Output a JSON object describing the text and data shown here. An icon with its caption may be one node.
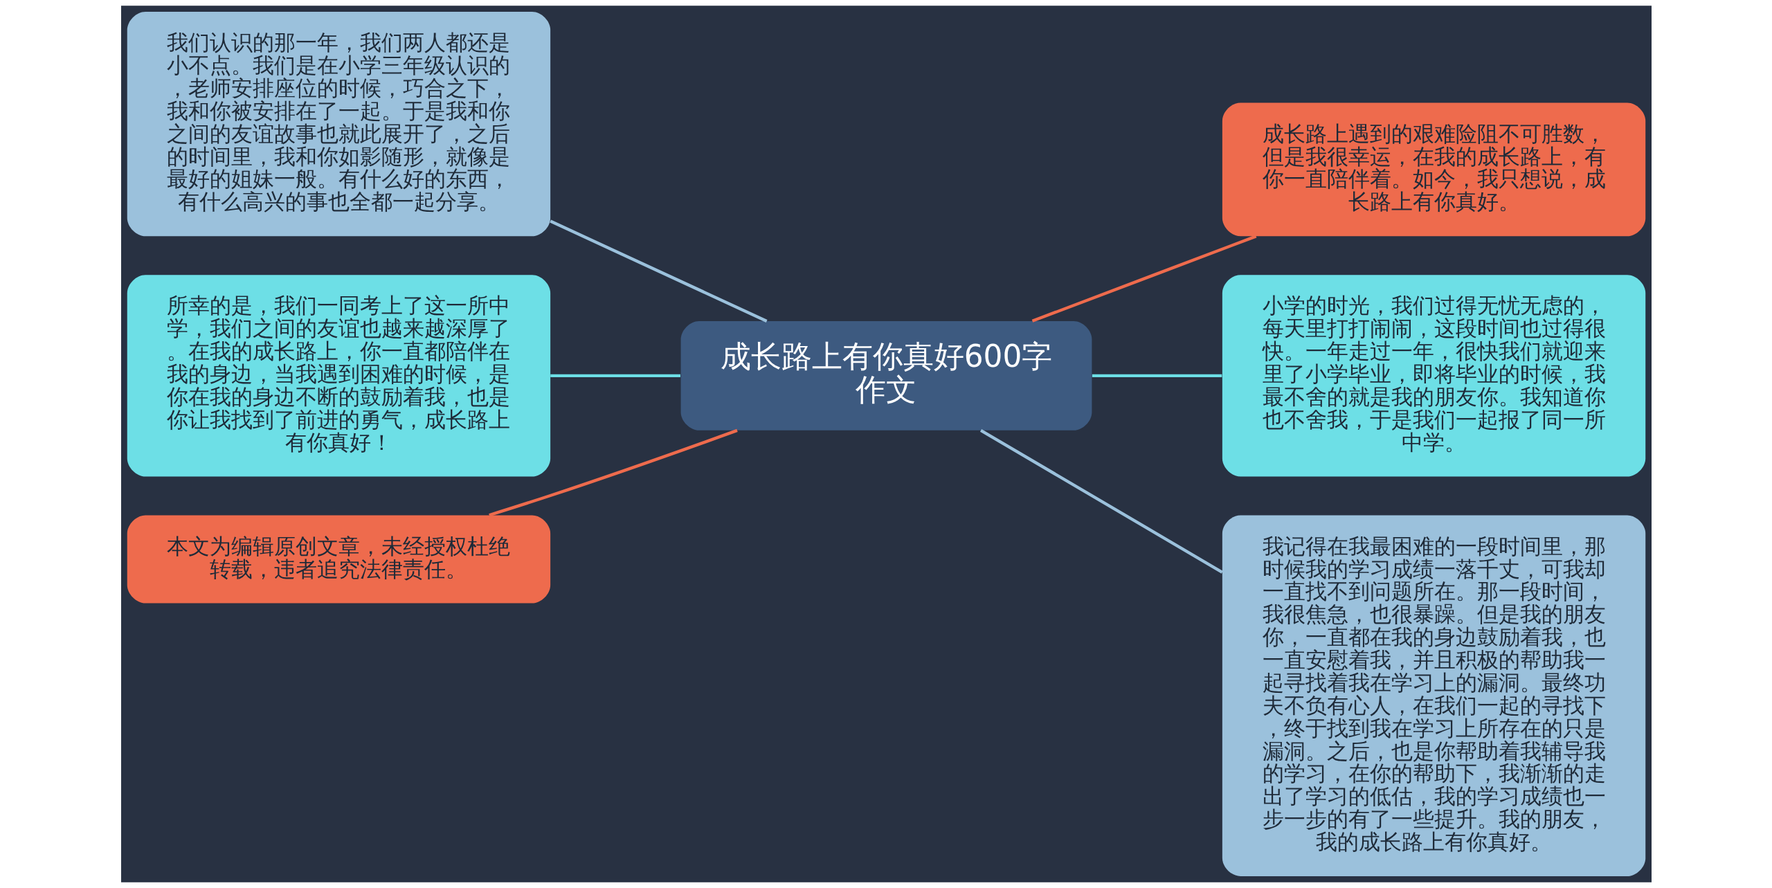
{
  "diagram": {
    "nodes": [
      {
        "text": [
          "成长路上有你真好600字作文"
        ]
      },
      {
        "text": [
          "我们认识的那一年，我们两人都还是小不点。我们是在小学三年级认识的，老师安排座位的时候，巧合之下，我和你被安排在了一起。于是我和你之间的友谊故事也就此展开了，之后的时间里，我和你如影随形，就像是最好的姐妹一般。有什么好的东西，有什么高兴的事也全都一起分享。"
        ]
      },
      {
        "text": [
          "所幸的是，我们一同考上了这一所中学，我们之间的友谊也越来越深厚了。在我的成长路上，你一直都陪伴在我的身边，当我遇到困难的时候，是你在我的身边不断的鼓励着我，也是你让我找到了前进的勇气，成长路上有你真好！"
        ]
      },
      {
        "text": [
          "本文为编辑原创文章，未经授权杜绝转载，违者追究法律责任。"
        ]
      },
      {
        "text": [
          "成长路上遇到的艰难险阻不可胜数，但是我很幸运，在我的成长路上，有你一直陪伴着。如今，我只想说，成长路上有你真好。"
        ]
      },
      {
        "text": [
          "小学的时光，我们过得无忧无虑的，每天里打打闹闹，这段时间也过得很快。一年走过一年，很快我们就迎来里了小学毕业，即将毕业的时候，我最不舍的就是我的朋友你。我知道你也不舍我，于是我们一起报了同一所中学。"
        ]
      },
      {
        "text": [
          "我记得在我最困难的一段时间里，那时候我的学习成绩一落千丈，可我却一直找不到问题所在。那一段时间，我很焦急，也很暴躁。但是我的朋友你，一直都在我的身边鼓励着我，也一直安慰着我，并且积极的帮助我一起寻找着我在学习上的漏洞。最终功夫不负有心人，在我们一起的寻找下，终于找到我在学习上所存在的只是漏洞。之后，也是你帮助着我辅导我的学习，在你的帮助下，我渐渐的走出了学习的低估，我的学习成绩也一步一步的有了一些提升。我的朋友，我的成长路上有你真好。"
        ]
      }
    ],
    "edges": [
      {
        "from": 1,
        "to": 0,
        "arrow": "none",
        "color": "#9bc1dc"
      },
      {
        "from": 2,
        "to": 0,
        "arrow": "none",
        "color": "#6ddfe6"
      },
      {
        "from": 3,
        "to": 0,
        "arrow": "none",
        "color": "#ee6b4d"
      },
      {
        "from": 0,
        "to": 4,
        "arrow": "none",
        "color": "#ee6b4d"
      },
      {
        "from": 0,
        "to": 5,
        "arrow": "none",
        "color": "#6ddfe6"
      },
      {
        "from": 0,
        "to": 6,
        "arrow": "none",
        "color": "#9bc1dc"
      }
    ]
  }
}
